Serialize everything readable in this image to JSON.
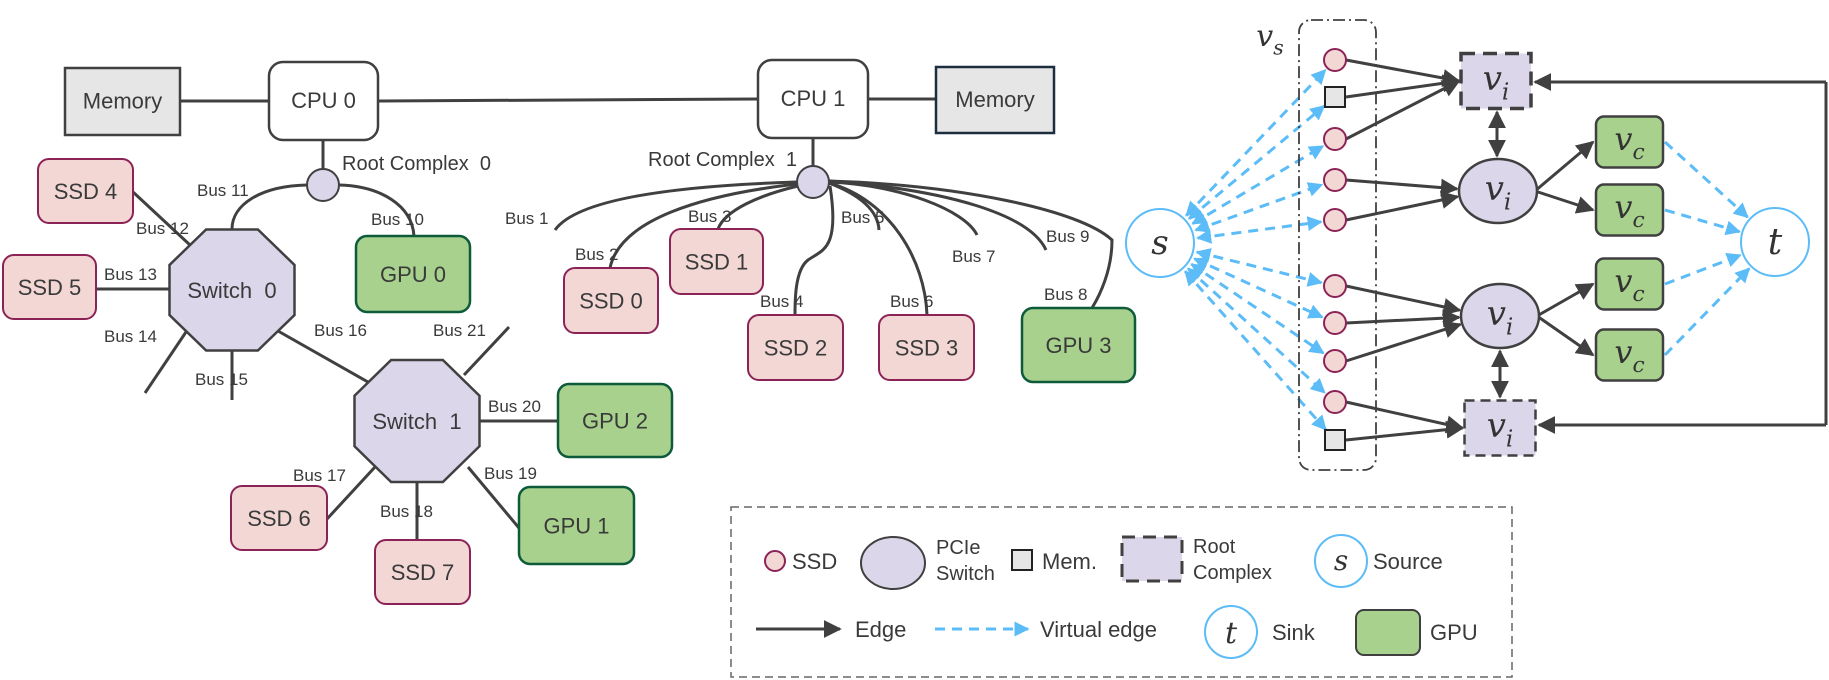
{
  "colors": {
    "ssd_fill": "#f2d7d5",
    "ssd_stroke": "#8c2356",
    "gpu_fill": "#a8d18d",
    "gpu_stroke": "#0d5b3b",
    "switch_fill": "#dbd6ea",
    "memory_fill": "#e7e6e6",
    "edge": "#404040",
    "virtual_edge": "#5bbcf7"
  },
  "topology": {
    "cpus": [
      {
        "id": "cpu0",
        "label": "CPU 0"
      },
      {
        "id": "cpu1",
        "label": "CPU 1"
      }
    ],
    "memories": [
      {
        "id": "mem0",
        "label": "Memory"
      },
      {
        "id": "mem1",
        "label": "Memory"
      }
    ],
    "root_complexes": [
      {
        "id": "rc0",
        "label": "Root Complex  0"
      },
      {
        "id": "rc1",
        "label": "Root Complex  1"
      }
    ],
    "switches": [
      {
        "id": "sw0",
        "label": "Switch  0"
      },
      {
        "id": "sw1",
        "label": "Switch  1"
      }
    ],
    "ssds": [
      {
        "id": "ssd0",
        "label": "SSD 0"
      },
      {
        "id": "ssd1",
        "label": "SSD 1"
      },
      {
        "id": "ssd2",
        "label": "SSD 2"
      },
      {
        "id": "ssd3",
        "label": "SSD 3"
      },
      {
        "id": "ssd4",
        "label": "SSD 4"
      },
      {
        "id": "ssd5",
        "label": "SSD 5"
      },
      {
        "id": "ssd6",
        "label": "SSD 6"
      },
      {
        "id": "ssd7",
        "label": "SSD 7"
      }
    ],
    "gpus": [
      {
        "id": "gpu0",
        "label": "GPU 0"
      },
      {
        "id": "gpu1",
        "label": "GPU 1"
      },
      {
        "id": "gpu2",
        "label": "GPU 2"
      },
      {
        "id": "gpu3",
        "label": "GPU 3"
      }
    ],
    "buses": [
      {
        "id": "bus1",
        "label": "Bus 1",
        "from": "rc1",
        "to": null
      },
      {
        "id": "bus2",
        "label": "Bus 2",
        "from": "rc1",
        "to": "ssd0"
      },
      {
        "id": "bus3",
        "label": "Bus 3",
        "from": "rc1",
        "to": "ssd1"
      },
      {
        "id": "bus4",
        "label": "Bus 4",
        "from": "rc1",
        "to": "ssd2"
      },
      {
        "id": "bus5",
        "label": "Bus 5",
        "from": "rc1",
        "to": null
      },
      {
        "id": "bus6",
        "label": "Bus 6",
        "from": "rc1",
        "to": "ssd3"
      },
      {
        "id": "bus7",
        "label": "Bus 7",
        "from": "rc1",
        "to": null
      },
      {
        "id": "bus8",
        "label": "Bus 8",
        "from": "rc1",
        "to": "gpu3"
      },
      {
        "id": "bus9",
        "label": "Bus 9",
        "from": "rc1",
        "to": null
      },
      {
        "id": "bus10",
        "label": "Bus 10",
        "from": "rc0",
        "to": "gpu0"
      },
      {
        "id": "bus11",
        "label": "Bus 11",
        "from": "rc0",
        "to": "sw0"
      },
      {
        "id": "bus12",
        "label": "Bus 12",
        "from": "sw0",
        "to": "ssd4"
      },
      {
        "id": "bus13",
        "label": "Bus 13",
        "from": "sw0",
        "to": "ssd5"
      },
      {
        "id": "bus14",
        "label": "Bus 14",
        "from": "sw0",
        "to": null
      },
      {
        "id": "bus15",
        "label": "Bus 15",
        "from": "sw0",
        "to": null
      },
      {
        "id": "bus16",
        "label": "Bus 16",
        "from": "sw0",
        "to": "sw1"
      },
      {
        "id": "bus17",
        "label": "Bus 17",
        "from": "sw1",
        "to": "ssd6"
      },
      {
        "id": "bus18",
        "label": "Bus 18",
        "from": "sw1",
        "to": "ssd7"
      },
      {
        "id": "bus19",
        "label": "Bus 19",
        "from": "sw1",
        "to": "gpu1"
      },
      {
        "id": "bus20",
        "label": "Bus 20",
        "from": "sw1",
        "to": "gpu2"
      },
      {
        "id": "bus21",
        "label": "Bus 21",
        "from": "sw1",
        "to": null
      }
    ]
  },
  "flow_graph": {
    "vs_label": "v",
    "vs_sub": "s",
    "source_label": "s",
    "sink_label": "t",
    "vi_label": "v",
    "vi_sub": "i",
    "vc_label": "v",
    "vc_sub": "c",
    "source_nodes": [
      "ssd",
      "mem",
      "ssd",
      "ssd",
      "ssd",
      "ssd",
      "ssd",
      "ssd",
      "ssd",
      "mem"
    ],
    "vi_nodes": [
      {
        "kind": "root-complex"
      },
      {
        "kind": "switch"
      },
      {
        "kind": "switch"
      },
      {
        "kind": "root-complex"
      }
    ],
    "vc_count": 4,
    "edges_source_to_vi": [
      [
        0,
        0
      ],
      [
        1,
        0
      ],
      [
        2,
        0
      ],
      [
        3,
        1
      ],
      [
        4,
        1
      ],
      [
        5,
        2
      ],
      [
        6,
        2
      ],
      [
        7,
        2
      ],
      [
        8,
        3
      ],
      [
        9,
        3
      ]
    ],
    "edges_vi_to_vc": [
      [
        1,
        0
      ],
      [
        1,
        1
      ],
      [
        2,
        2
      ],
      [
        2,
        3
      ]
    ]
  },
  "legend": {
    "ssd": "SSD",
    "pcie_switch_line1": "PCIe",
    "pcie_switch_line2": "Switch",
    "mem": "Mem.",
    "root_complex_line1": "Root",
    "root_complex_line2": "Complex",
    "source": "Source",
    "source_symbol": "s",
    "edge": "Edge",
    "virtual_edge": "Virtual edge",
    "sink": "Sink",
    "sink_symbol": "t",
    "gpu": "GPU"
  }
}
